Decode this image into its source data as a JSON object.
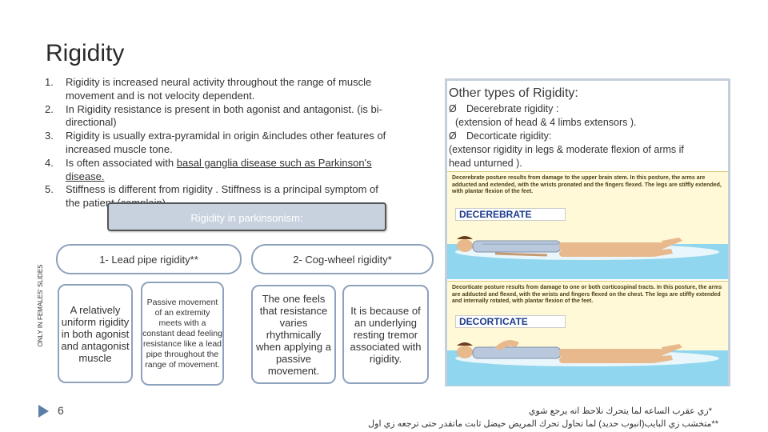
{
  "slide": {
    "title": "Rigidity",
    "points": [
      {
        "num": "1.",
        "lines": [
          "Rigidity is increased neural activity throughout the range of muscle",
          "movement and is not velocity dependent."
        ]
      },
      {
        "num": "2.",
        "lines": [
          "In Rigidity resistance is present in both agonist and antagonist. (is bi-",
          "directional)"
        ]
      },
      {
        "num": "3.",
        "lines": [
          "Rigidity is usually extra-pyramidal in origin &includes other features of",
          "increased muscle tone."
        ]
      },
      {
        "num": "4.",
        "pre": "Is often associated with ",
        "underlined": "basal ganglia disease such as Parkinson's",
        "line2": "disease."
      },
      {
        "num": "5.",
        "lines": [
          "Stiffness is different from rigidity . Stiffness is a principal symptom of",
          "the  patient (complain)."
        ]
      }
    ],
    "banner": "Rigidity in parkinsonism:",
    "lead_pipe": {
      "label": "1- Lead pipe rigidity**",
      "box1": "A relatively uniform rigidity in both agonist and antagonist muscle",
      "box2": "Passive movement of an extremity meets with a constant dead feeling resistance like a lead pipe throughout the range of movement."
    },
    "cog_wheel": {
      "label": "2- Cog-wheel rigidity*",
      "box1": "The one feels that resistance varies rhythmically when applying a passive movement.",
      "box2": "It is because of an underlying resting tremor associated with rigidity."
    },
    "side_note": "ONLY IN FEMALES' SLIDES",
    "page_number": "6",
    "other_types": {
      "title": "Other types of Rigidity:",
      "arrow_glyph": "Ø",
      "line1": "Decerebrate rigidity :",
      "line2": "(extension of head & 4 limbs extensors ).",
      "line3": "Decorticate rigidity:",
      "line4": "(extensor rigidity in legs & moderate flexion of arms if",
      "line5": "head unturned )."
    },
    "figures": {
      "decerebrate_caption": "Decerebrate posture results from damage to the upper brain stem. In this posture, the arms are adducted and extended, with the wrists pronated and the fingers flexed. The legs are stiffly extended, with plantar flexion of the feet.",
      "decerebrate_label": "DECEREBRATE",
      "decorticate_caption": "Decorticate posture results from damage to one or both corticospinal tracts. In this posture, the arms are adducted and flexed, with the wrists and fingers flexed on the chest. The legs are stiffly extended and internally rotated, with plantar flexion of the feet.",
      "decorticate_label": "DECORTICATE"
    },
    "footnote1": "*زي عقرب الساعه لما يتحرك نلاحظ انه يرجع شوي",
    "footnote2": "**متخشب زي البايب(انبوب حديد) لما تحاول تحرك المريض حيضل ثابت ماتقدر حتى ترجعه زي اول"
  },
  "colors": {
    "banner_fill": "#c8d2df",
    "oval_border": "#8da2bd",
    "panel_border": "#c5cfdb",
    "figure_bg": "#fff9d8",
    "figure_label": "#1c3b8a",
    "bullet_arrow": "#5b7fa8"
  },
  "icons": {
    "page_marker": "play-triangle-icon"
  }
}
